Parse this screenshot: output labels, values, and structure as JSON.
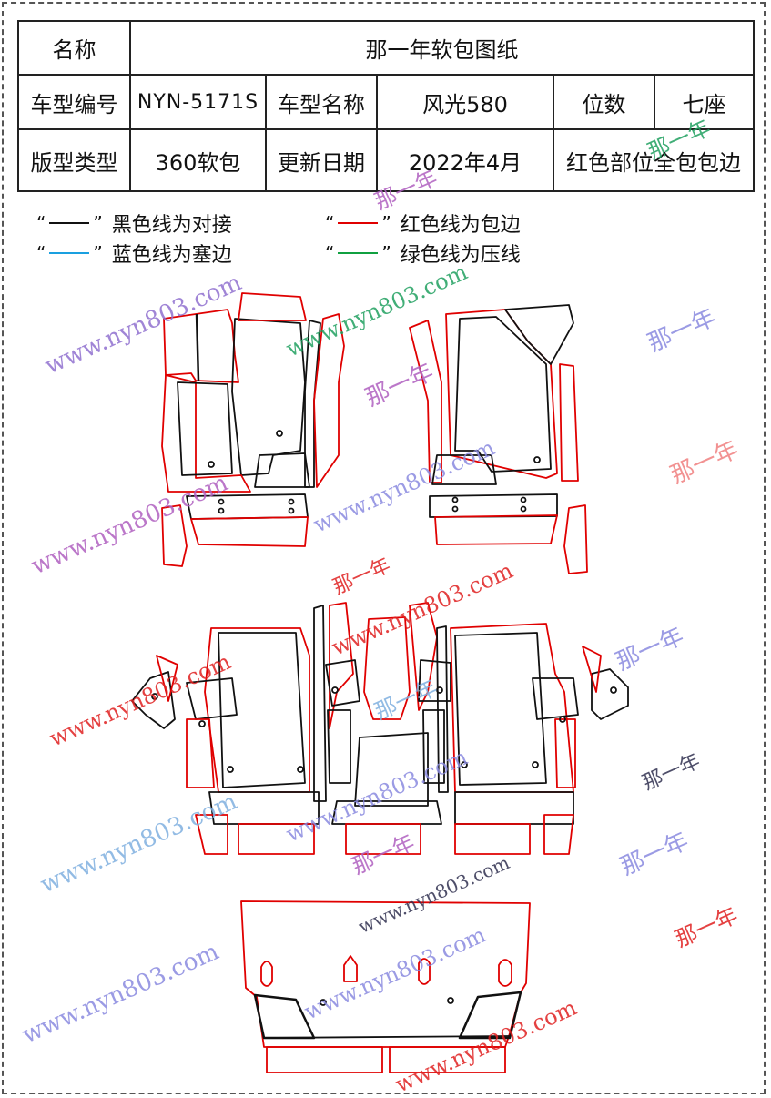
{
  "table": {
    "name_label": "名称",
    "title": "那一年软包图纸",
    "model_code_label": "车型编号",
    "model_code": "NYN-5171S",
    "model_name_label": "车型名称",
    "model_name": "风光580",
    "seats_label": "位数",
    "seats": "七座",
    "type_label": "版型类型",
    "type": "360软包",
    "date_label": "更新日期",
    "date": "2022年4月",
    "note": "红色部位全包包边"
  },
  "legend": [
    {
      "text": "黑色线为对接",
      "color": "#111111"
    },
    {
      "text": "红色线为包边",
      "color": "#e00000"
    },
    {
      "text": "蓝色线为塞边",
      "color": "#1aa0e0"
    },
    {
      "text": "绿色线为压线",
      "color": "#10a040"
    }
  ],
  "quote_open": "“",
  "quote_close": "”",
  "watermarks": {
    "site": "www.nyn803.com",
    "brand": "那一年"
  },
  "colors": {
    "red": "#e00000",
    "black": "#111111",
    "wm_blue": "#8a8ae0",
    "wm_purple": "#b060c0",
    "wm_red": "#e02020",
    "wm_green": "#20a060",
    "wm_dark": "#303050"
  }
}
